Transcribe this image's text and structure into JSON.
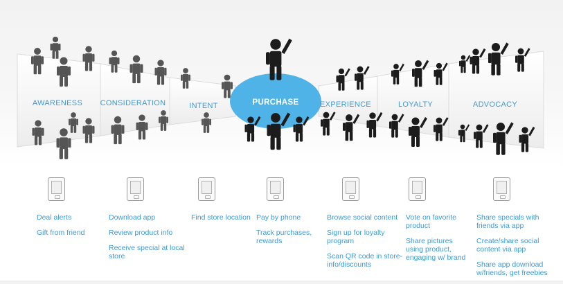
{
  "stages": [
    {
      "name": "AWARENESS"
    },
    {
      "name": "CONSIDERATION"
    },
    {
      "name": "INTENT"
    },
    {
      "name": "PURCHASE"
    },
    {
      "name": "EXPERIENCE"
    },
    {
      "name": "LOYALTY"
    },
    {
      "name": "ADVOCACY"
    }
  ],
  "actions": [
    [
      "Deal alerts",
      "Gift from friend"
    ],
    [
      "Download app",
      "Review product info",
      "Receive special at local store"
    ],
    [
      "Find store location"
    ],
    [
      "Pay by phone",
      "Track purchases, rewards"
    ],
    [
      "Browse social content",
      "Sign up for loyalty program",
      "Scan QR code in store-info/discounts"
    ],
    [
      "Vote on favorite product",
      "Share pictures using product, engaging w/ brand"
    ],
    [
      "Share specials with friends via app",
      "Create/share social content via app",
      "Share app download w/friends, get freebies"
    ]
  ],
  "icons": [
    "people-icon",
    "phone-icon"
  ],
  "colors": {
    "accent": "#3d9ad6",
    "center": "#4fb3e8",
    "figure": "#1c1c1c",
    "figure_light": "#555555"
  }
}
